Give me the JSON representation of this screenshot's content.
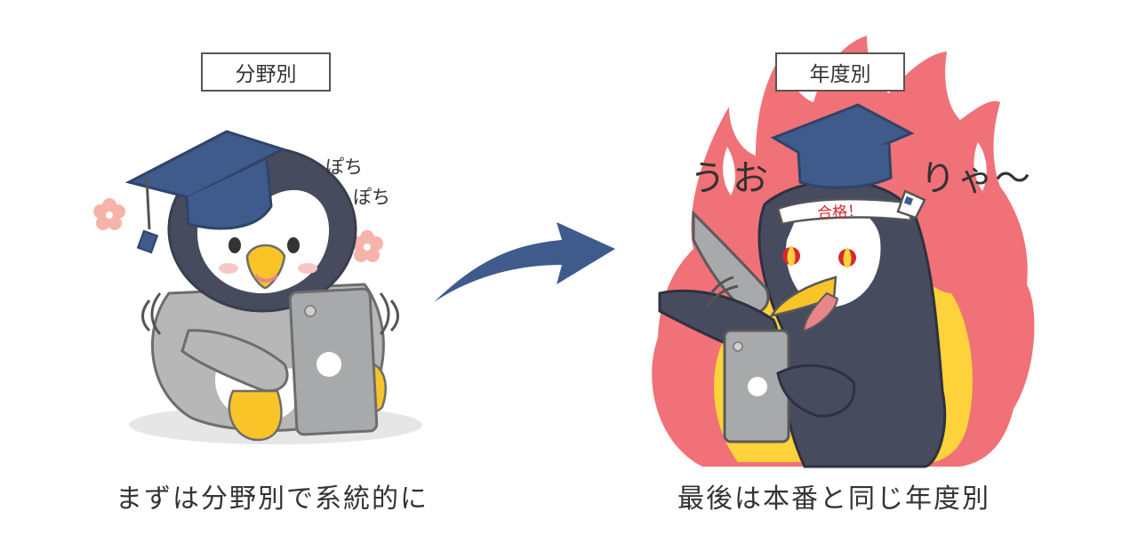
{
  "left_panel": {
    "label": "分野別",
    "sound_effect_1": "ぽち",
    "sound_effect_2": "ぽち",
    "caption": "まずは分野別で系統的に"
  },
  "right_panel": {
    "label": "年度別",
    "shout_left": "うお",
    "shout_right": "りゃ〜",
    "headband": "合格！",
    "caption": "最後は本番と同じ年度別"
  },
  "colors": {
    "navy": "#3f5b8c",
    "penguin_dark": "#474b5e",
    "flame_red": "#f07177",
    "flame_yellow": "#fdd23a",
    "beak_yellow": "#f8c427",
    "phone_gray": "#a7a9ab",
    "body_gray": "#b0b0b0",
    "blossom_pink": "#f5b3aa",
    "headband_red": "#d8282d"
  },
  "icons": [
    "graduation-cap-icon",
    "smartphone-icon",
    "flower-icon",
    "arrow-icon",
    "flame-icon"
  ]
}
